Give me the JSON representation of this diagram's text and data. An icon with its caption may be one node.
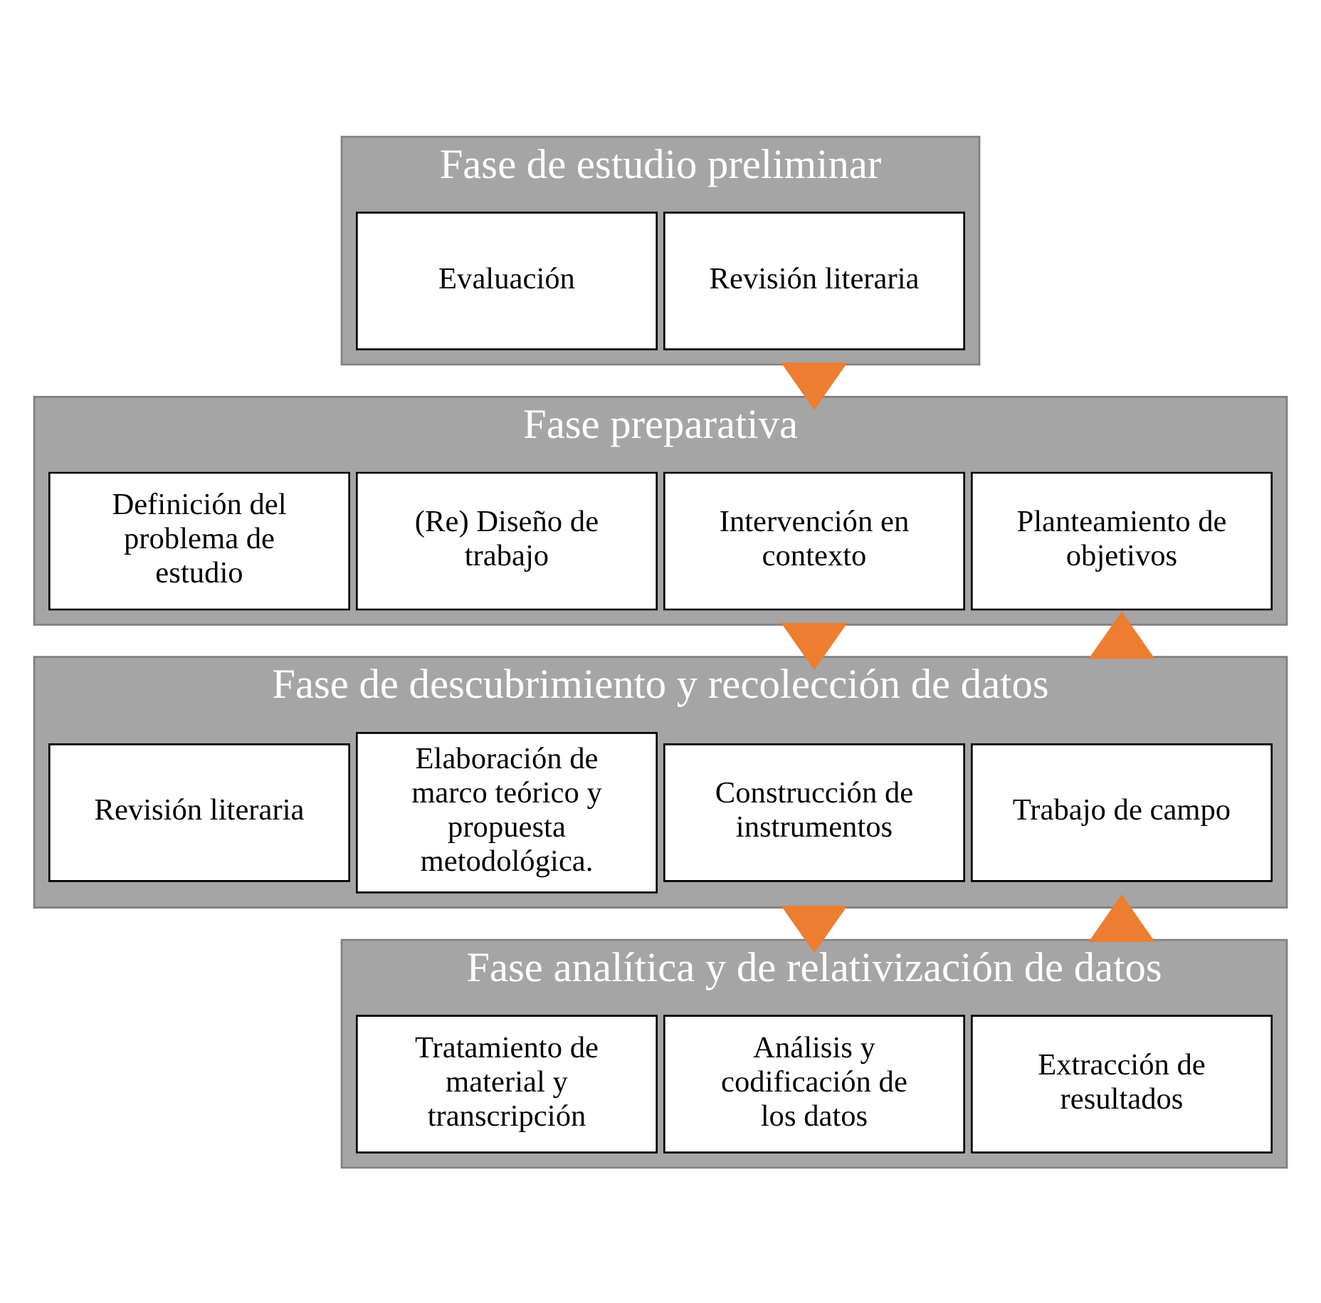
{
  "diagram": {
    "nodes": [
      {
        "text": [
          "Fase de estudio preliminar"
        ]
      },
      {
        "text": [
          "Evaluación"
        ],
        "in": 0
      },
      {
        "text": [
          "Revisión literaria"
        ],
        "in": 0
      },
      {
        "text": [
          "Fase preparativa"
        ]
      },
      {
        "text": [
          "Definición del problema de estudio"
        ],
        "in": 3
      },
      {
        "text": [
          "(Re) Diseño de trabajo"
        ],
        "in": 3
      },
      {
        "text": [
          "Intervención en contexto"
        ],
        "in": 3
      },
      {
        "text": [
          "Planteamiento de objetivos"
        ],
        "in": 3
      },
      {
        "text": [
          "Fase de descubrimiento y recolección de datos"
        ]
      },
      {
        "text": [
          "Revisión literaria"
        ],
        "in": 8
      },
      {
        "text": [
          "Elaboración de marco teórico y propuesta metodológica."
        ],
        "in": 8
      },
      {
        "text": [
          "Construcción de instrumentos"
        ],
        "in": 8
      },
      {
        "text": [
          "Trabajo de campo"
        ],
        "in": 8
      },
      {
        "text": [
          "Fase analítica y de relativización de datos"
        ]
      },
      {
        "text": [
          "Tratamiento de material y transcripción"
        ],
        "in": 13
      },
      {
        "text": [
          "Análisis y codificación de los datos"
        ],
        "in": 13
      },
      {
        "text": [
          "Extracción de resultados"
        ],
        "in": 13
      }
    ],
    "edges": [
      {
        "from": 0,
        "to": 3,
        "arrow": "to"
      },
      {
        "from": 3,
        "to": 8,
        "arrow": "to"
      },
      {
        "from": 8,
        "to": 13,
        "arrow": "to"
      },
      {
        "from": 8,
        "to": 3,
        "arrow": "to"
      },
      {
        "from": 13,
        "to": 8,
        "arrow": "to"
      }
    ]
  }
}
